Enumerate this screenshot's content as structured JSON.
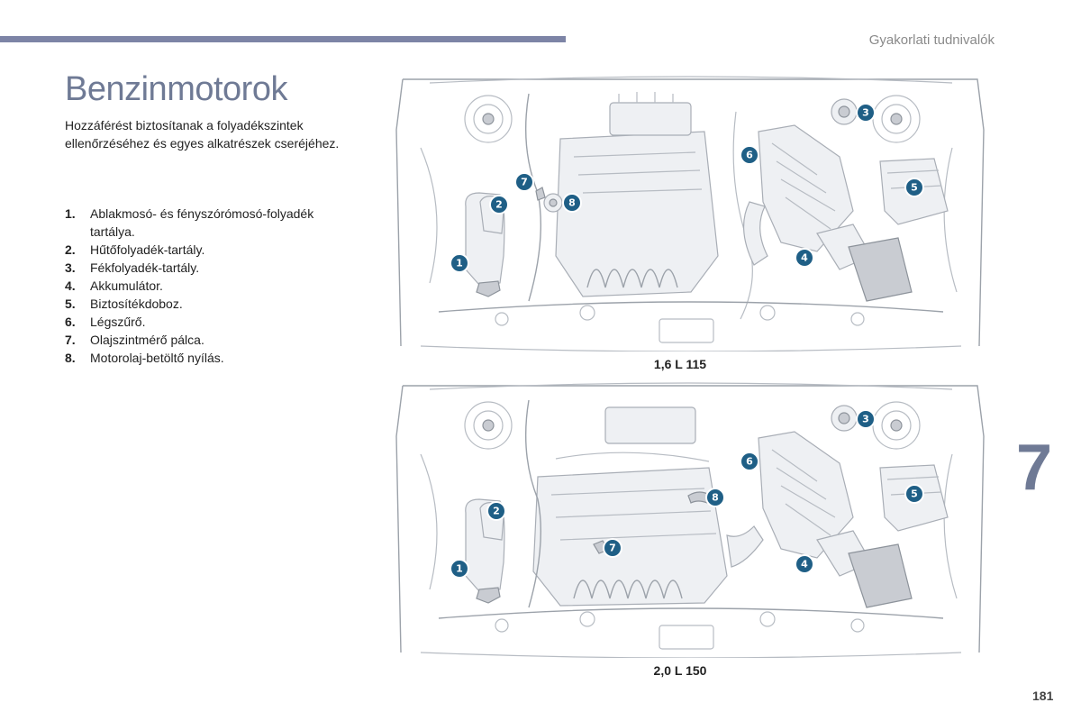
{
  "header": {
    "section_title": "Gyakorlati tudnivalók"
  },
  "page_title": "Benzinmotorok",
  "intro": "Hozzáférést biztosítanak a folyadékszintek ellenőrzéséhez és egyes alkatrészek cseréjéhez.",
  "legend": [
    {
      "num": "1.",
      "label": "Ablakmosó- és fényszórómosó-folyadék tartálya."
    },
    {
      "num": "2.",
      "label": "Hűtőfolyadék-tartály."
    },
    {
      "num": "3.",
      "label": "Fékfolyadék-tartály."
    },
    {
      "num": "4.",
      "label": "Akkumulátor."
    },
    {
      "num": "5.",
      "label": "Biztosítékdoboz."
    },
    {
      "num": "6.",
      "label": "Légszűrő."
    },
    {
      "num": "7.",
      "label": "Olajszintmérő pálca."
    },
    {
      "num": "8.",
      "label": "Motorolaj-betöltő nyílás."
    }
  ],
  "diagrams": [
    {
      "caption": "1,6 L 115",
      "callouts": [
        "1",
        "2",
        "3",
        "4",
        "5",
        "6",
        "7",
        "8"
      ]
    },
    {
      "caption": "2,0 L 150",
      "callouts": [
        "1",
        "2",
        "3",
        "4",
        "5",
        "6",
        "7",
        "8"
      ]
    }
  ],
  "chapter_number": "7",
  "page_number": "181",
  "colors": {
    "accent": "#7d84a6",
    "title": "#6f7a95",
    "callout": "#1f5f86"
  }
}
